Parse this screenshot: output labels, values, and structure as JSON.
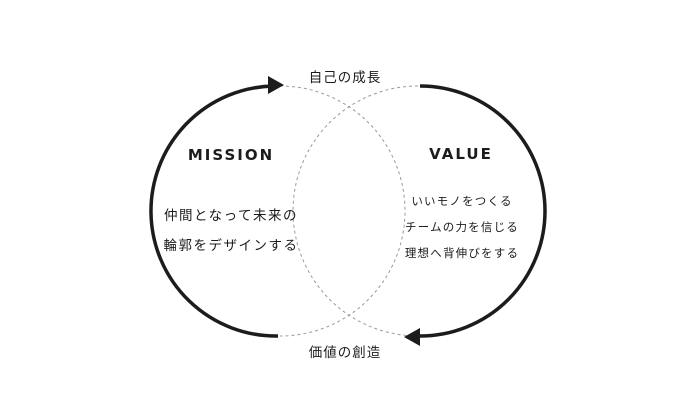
{
  "top_label": "自己の成長",
  "bottom_label": "価値の創造",
  "mission": {
    "title": "MISSION",
    "lines": [
      "仲間となって未来の",
      "輪郭をデザインする"
    ]
  },
  "value": {
    "title": "VALUE",
    "lines": [
      "いいモノをつくる",
      "チームの力を信じる",
      "理想へ背伸びをする"
    ]
  },
  "colors": {
    "stroke": "#1c1c1c",
    "dashed": "#9a9a9a",
    "background": "#ffffff"
  }
}
